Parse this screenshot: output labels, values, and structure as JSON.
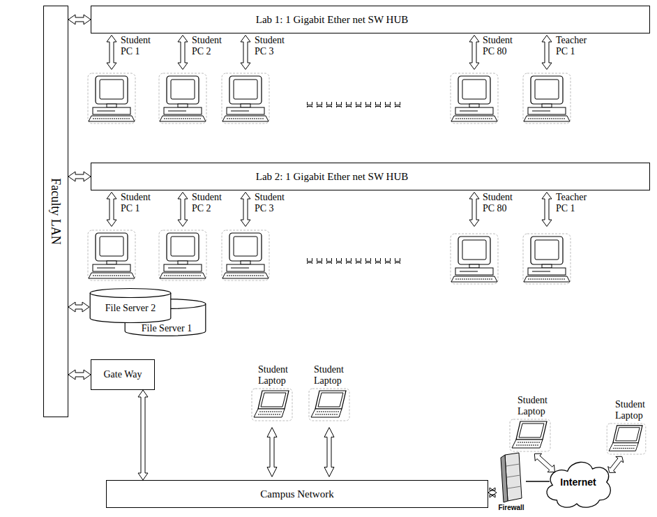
{
  "diagram": {
    "nodes": [
      {
        "text": [
          "Faculty LAN"
        ]
      },
      {
        "text": [
          "Lab 1:  1 Gigabit Ether net SW HUB"
        ]
      },
      {
        "text": [
          "Lab 2:  1 Gigabit Ether net SW HUB"
        ]
      },
      {
        "text": [
          "File Server 2"
        ]
      },
      {
        "text": [
          "File Server 1"
        ]
      },
      {
        "text": [
          "Gate Way"
        ]
      },
      {
        "text": [
          "Campus Network"
        ]
      },
      {
        "text": [
          "Firewall"
        ]
      },
      {
        "text": [
          "Internet"
        ]
      }
    ],
    "edges": [
      {
        "from": 0,
        "to": 1,
        "arrow": "both"
      },
      {
        "from": 0,
        "to": 2,
        "arrow": "both"
      },
      {
        "from": 0,
        "to": 3,
        "arrow": "both"
      },
      {
        "from": 0,
        "to": 5,
        "arrow": "both"
      },
      {
        "from": 5,
        "to": 6,
        "arrow": "both"
      },
      {
        "from": 6,
        "to": 7,
        "arrow": "both"
      },
      {
        "from": 7,
        "to": 8,
        "arrow": "none"
      }
    ],
    "labels": [
      "Student PC 1",
      "Student PC 2",
      "Student PC 3",
      "Student PC 80",
      "Teacher PC 1",
      "Student PC 1",
      "Student PC 2",
      "Student PC 3",
      "Student PC 80",
      "Teacher PC 1",
      "Student Laptop",
      "Student Laptop",
      "Student Laptop",
      "Student Laptop"
    ]
  }
}
